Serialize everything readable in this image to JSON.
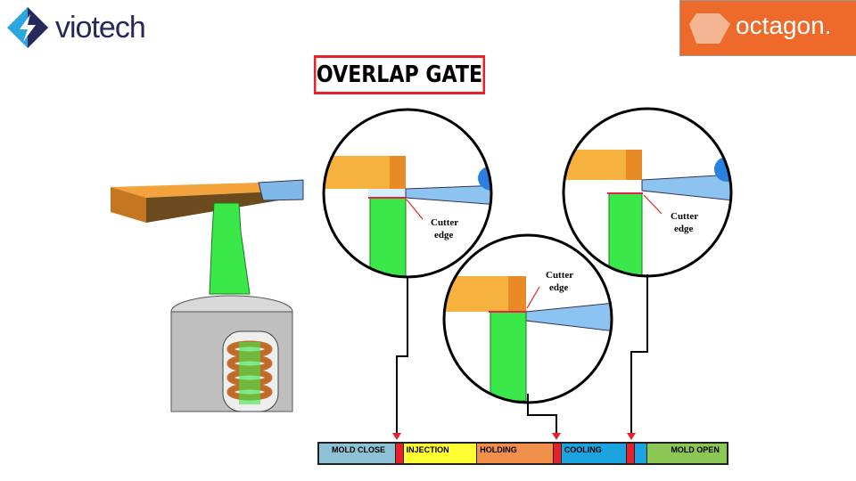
{
  "logos": {
    "left": "viotech",
    "right": "octagon."
  },
  "title": "OVERLAP GATE",
  "callouts": [
    {
      "label_line1": "Cutter",
      "label_line2": "edge"
    },
    {
      "label_line1": "Cutter",
      "label_line2": "edge"
    },
    {
      "label_line1": "Cutter",
      "label_line2": "edge"
    }
  ],
  "timeline": [
    {
      "label": "MOLD CLOSE",
      "color": "#8fc1d4"
    },
    {
      "label": "",
      "color": "#e8202a"
    },
    {
      "label": "INJECTION",
      "color": "#ffff33"
    },
    {
      "label": "HOLDING",
      "color": "#f0904a"
    },
    {
      "label": "",
      "color": "#e8202a"
    },
    {
      "label": "COOLING",
      "color": "#1ba3e0"
    },
    {
      "label": "",
      "color": "#e8202a"
    },
    {
      "label": "",
      "color": "#1ba3e0"
    },
    {
      "label": "MOLD OPEN",
      "color": "#8cc654"
    }
  ]
}
